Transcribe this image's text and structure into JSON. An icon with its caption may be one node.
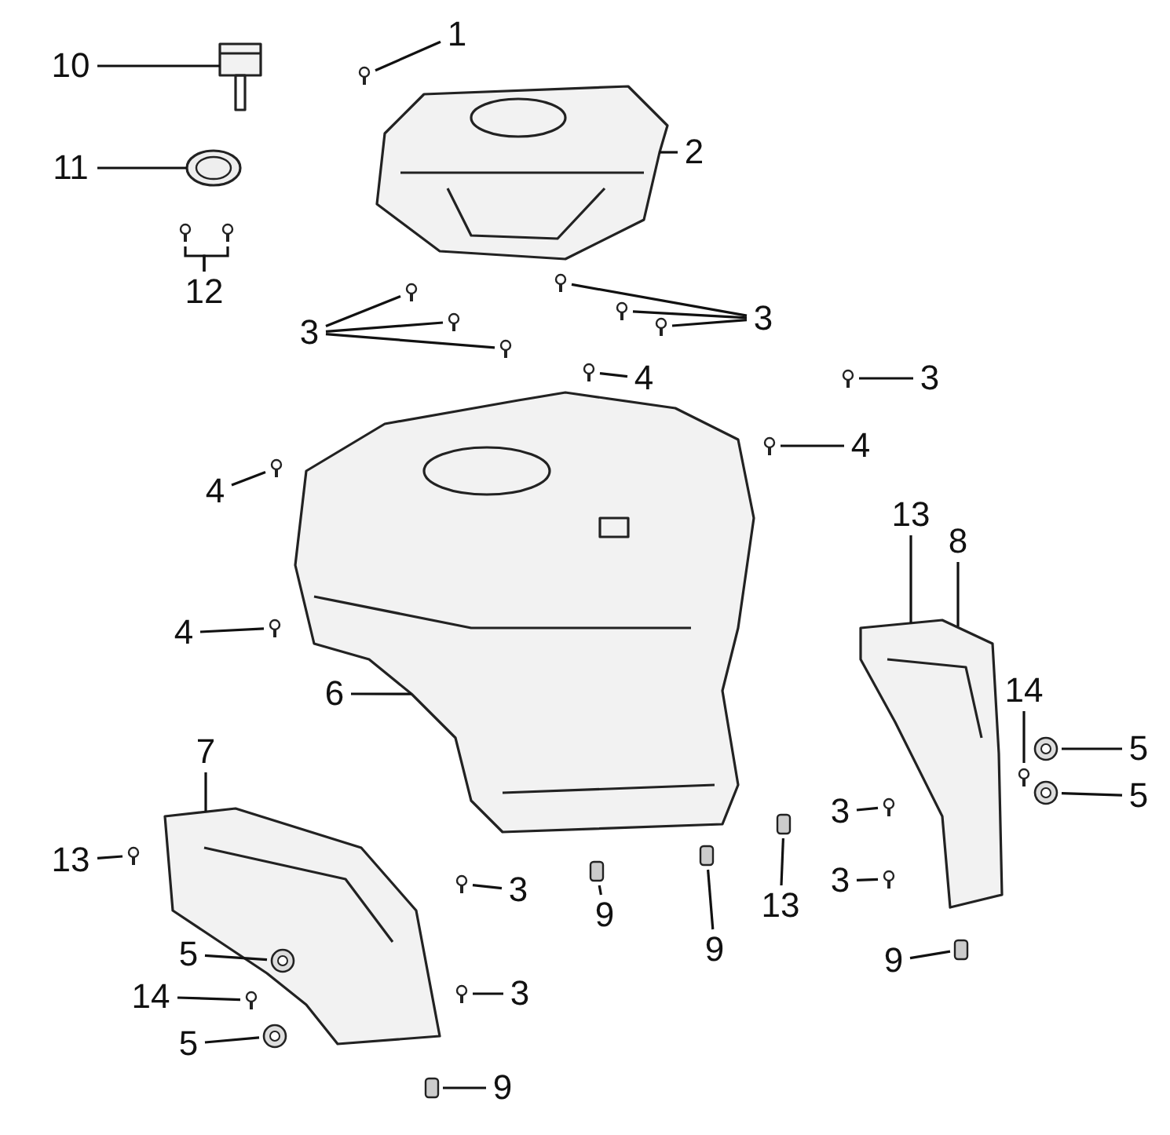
{
  "diagram": {
    "nodes": [
      {
        "text": [
          "10"
        ]
      },
      {
        "text": [
          "1"
        ]
      },
      {
        "text": [
          "11"
        ]
      },
      {
        "text": [
          "2"
        ]
      },
      {
        "text": [
          "12"
        ]
      },
      {
        "text": [
          "3"
        ]
      },
      {
        "text": [
          "3"
        ]
      },
      {
        "text": [
          "4"
        ]
      },
      {
        "text": [
          "3"
        ]
      },
      {
        "text": [
          "4"
        ]
      },
      {
        "text": [
          "4"
        ]
      },
      {
        "text": [
          "13"
        ]
      },
      {
        "text": [
          "8"
        ]
      },
      {
        "text": [
          "4"
        ]
      },
      {
        "text": [
          "14"
        ]
      },
      {
        "text": [
          "6"
        ]
      },
      {
        "text": [
          "5"
        ]
      },
      {
        "text": [
          "7"
        ]
      },
      {
        "text": [
          "5"
        ]
      },
      {
        "text": [
          "3"
        ]
      },
      {
        "text": [
          "13"
        ]
      },
      {
        "text": [
          "3"
        ]
      },
      {
        "text": [
          "3"
        ]
      },
      {
        "text": [
          "13"
        ]
      },
      {
        "text": [
          "9"
        ]
      },
      {
        "text": [
          "9"
        ]
      },
      {
        "text": [
          "5"
        ]
      },
      {
        "text": [
          "9"
        ]
      },
      {
        "text": [
          "3"
        ]
      },
      {
        "text": [
          "14"
        ]
      },
      {
        "text": [
          "5"
        ]
      },
      {
        "text": [
          "9"
        ]
      },
      {
        "text": [],
        "shape": "picture"
      },
      {
        "text": [],
        "shape": "picture"
      },
      {
        "text": [],
        "shape": "picture"
      },
      {
        "text": [],
        "shape": "picture"
      },
      {
        "text": [],
        "shape": "picture"
      },
      {
        "text": [],
        "shape": "picture"
      },
      {
        "text": [],
        "shape": "circle"
      },
      {
        "text": [],
        "shape": "circle"
      },
      {
        "text": [],
        "shape": "circle"
      },
      {
        "text": [],
        "shape": "circle"
      },
      {
        "text": [],
        "shape": "circle"
      },
      {
        "text": [],
        "shape": "circle"
      },
      {
        "text": [],
        "shape": "circle"
      },
      {
        "text": [],
        "shape": "circle"
      },
      {
        "text": [],
        "shape": "circle"
      },
      {
        "text": [],
        "shape": "circle"
      },
      {
        "text": [],
        "shape": "circle"
      },
      {
        "text": [],
        "shape": "circle"
      },
      {
        "text": [],
        "shape": "circle"
      },
      {
        "text": [],
        "shape": "circle"
      },
      {
        "text": [],
        "shape": "circle"
      },
      {
        "text": [],
        "shape": "circle"
      },
      {
        "text": [],
        "shape": "circle"
      },
      {
        "text": [],
        "shape": "circle",
        "in": 36
      },
      {
        "text": [],
        "shape": "circle"
      },
      {
        "text": [],
        "shape": "circle",
        "in": 36
      },
      {
        "text": [],
        "shape": "circle"
      },
      {
        "text": [],
        "shape": "box"
      },
      {
        "text": [],
        "shape": "box"
      },
      {
        "text": [],
        "shape": "box"
      },
      {
        "text": [],
        "shape": "circle",
        "in": 37
      },
      {
        "text": [],
        "shape": "box"
      },
      {
        "text": [],
        "shape": "circle"
      },
      {
        "text": [],
        "shape": "circle",
        "in": 37
      },
      {
        "text": [],
        "shape": "circle",
        "in": 37
      },
      {
        "text": [],
        "shape": "box"
      }
    ],
    "edges": [
      {
        "from": 0,
        "to": 32,
        "arrow": "none"
      },
      {
        "from": 1,
        "to": 38,
        "arrow": "none"
      },
      {
        "from": 2,
        "to": 33,
        "arrow": "none"
      },
      {
        "from": 3,
        "to": 34,
        "arrow": "none"
      },
      {
        "from": 4,
        "to": 39,
        "arrow": "none"
      },
      {
        "from": 4,
        "to": 40,
        "arrow": "none"
      },
      {
        "from": 5,
        "to": 41,
        "arrow": "none"
      },
      {
        "from": 5,
        "to": 42,
        "arrow": "none"
      },
      {
        "from": 5,
        "to": 43,
        "arrow": "none"
      },
      {
        "from": 6,
        "to": 44,
        "arrow": "none"
      },
      {
        "from": 6,
        "to": 45,
        "arrow": "none"
      },
      {
        "from": 6,
        "to": 46,
        "arrow": "none"
      },
      {
        "from": 7,
        "to": 47,
        "arrow": "none"
      },
      {
        "from": 8,
        "to": 48,
        "arrow": "none"
      },
      {
        "from": 9,
        "to": 49,
        "arrow": "none"
      },
      {
        "from": 10,
        "to": 50,
        "arrow": "none"
      },
      {
        "from": 11,
        "to": 36,
        "arrow": "none"
      },
      {
        "from": 12,
        "to": 36,
        "arrow": "none"
      },
      {
        "from": 13,
        "to": 51,
        "arrow": "none"
      },
      {
        "from": 14,
        "to": 52,
        "arrow": "none"
      },
      {
        "from": 15,
        "to": 35,
        "arrow": "none"
      },
      {
        "from": 16,
        "to": 53,
        "arrow": "none"
      },
      {
        "from": 17,
        "to": 37,
        "arrow": "none"
      },
      {
        "from": 18,
        "to": 54,
        "arrow": "none"
      },
      {
        "from": 19,
        "to": 55,
        "arrow": "none"
      },
      {
        "from": 20,
        "to": 56,
        "arrow": "none"
      },
      {
        "from": 21,
        "to": 57,
        "arrow": "none"
      },
      {
        "from": 22,
        "to": 58,
        "arrow": "none"
      },
      {
        "from": 23,
        "to": 59,
        "arrow": "none"
      },
      {
        "from": 24,
        "to": 60,
        "arrow": "none"
      },
      {
        "from": 25,
        "to": 61,
        "arrow": "none"
      },
      {
        "from": 26,
        "to": 62,
        "arrow": "none"
      },
      {
        "from": 27,
        "to": 63,
        "arrow": "none"
      },
      {
        "from": 28,
        "to": 64,
        "arrow": "none"
      },
      {
        "from": 29,
        "to": 65,
        "arrow": "none"
      },
      {
        "from": 30,
        "to": 66,
        "arrow": "none"
      },
      {
        "from": 31,
        "to": 67,
        "arrow": "none"
      }
    ]
  }
}
